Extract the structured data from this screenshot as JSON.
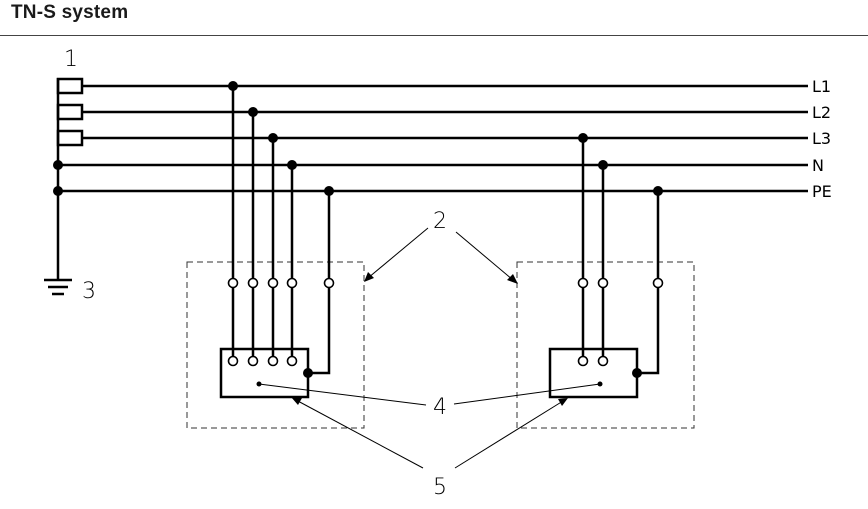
{
  "header": {
    "title": "TN-S system"
  },
  "conductors": {
    "l1": "L1",
    "l2": "L2",
    "l3": "L3",
    "n": "N",
    "pe": "PE"
  },
  "callouts": {
    "c1": "1",
    "c2": "2",
    "c3": "3",
    "c4": "4",
    "c5": "5"
  }
}
